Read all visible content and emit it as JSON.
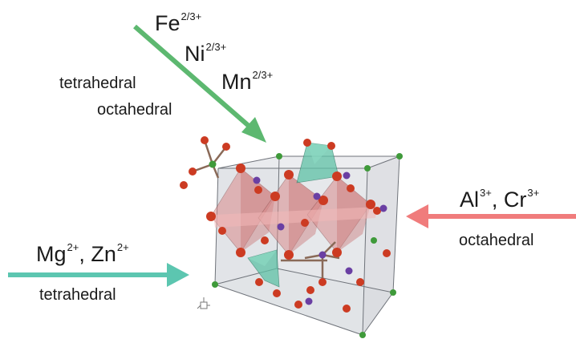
{
  "groups": {
    "top": {
      "ions": [
        {
          "symbol": "Fe",
          "charge": "2/3+"
        },
        {
          "symbol": "Ni",
          "charge": "2/3+"
        },
        {
          "symbol": "Mn",
          "charge": "2/3+"
        }
      ],
      "sites": [
        "tetrahedral",
        "octahedral"
      ],
      "arrow_color": "#5db870"
    },
    "right": {
      "ions": [
        {
          "symbol": "Al",
          "charge": "3+",
          "sep": ", "
        },
        {
          "symbol": "Cr",
          "charge": "3+"
        }
      ],
      "sites": [
        "octahedral"
      ],
      "arrow_color": "#f07c7c"
    },
    "left": {
      "ions": [
        {
          "symbol": "Mg",
          "charge": "2+",
          "sep": ", "
        },
        {
          "symbol": "Zn",
          "charge": "2+"
        }
      ],
      "sites": [
        "tetrahedral"
      ],
      "arrow_color": "#5cc6b0"
    }
  },
  "colors": {
    "oxygen": "#cc3b22",
    "tetra_site_atom": "#6a3fa3",
    "corner_atom": "#3f9a3a",
    "octahedron_fill": "#d98b8b",
    "tetrahedron_fill": "#5fc2a6",
    "cube_fill": "#d4d7dc"
  }
}
